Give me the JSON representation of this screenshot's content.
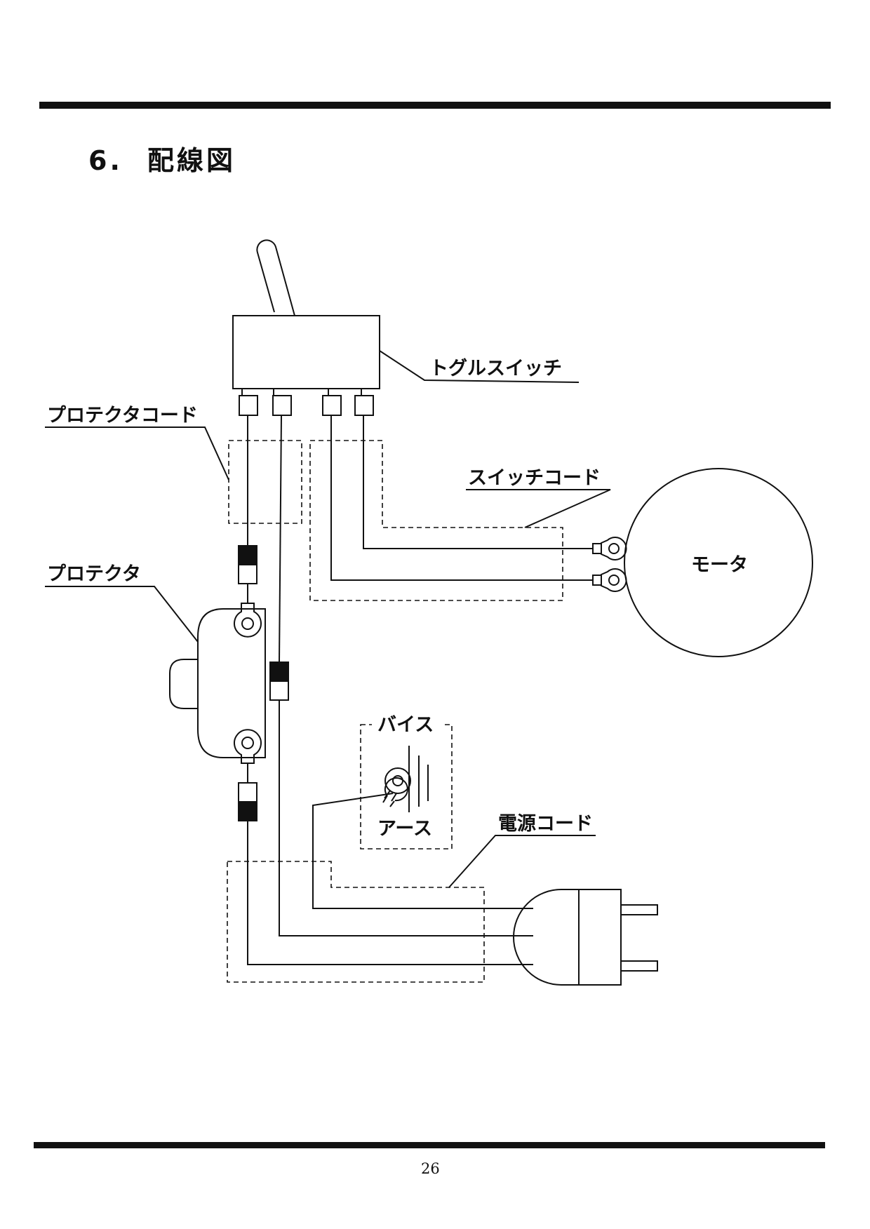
{
  "page": {
    "section_number": "6.",
    "title": "配線図",
    "page_number": "26"
  },
  "labels": {
    "toggle_switch": "トグルスイッチ",
    "protector_cord": "プロテクタコード",
    "switch_cord": "スイッチコード",
    "motor": "モータ",
    "protector": "プロテクタ",
    "vise": "バイス",
    "earth": "アース",
    "power_cord": "電源コード"
  },
  "colors": {
    "ink": "#111111",
    "background": "#ffffff"
  }
}
